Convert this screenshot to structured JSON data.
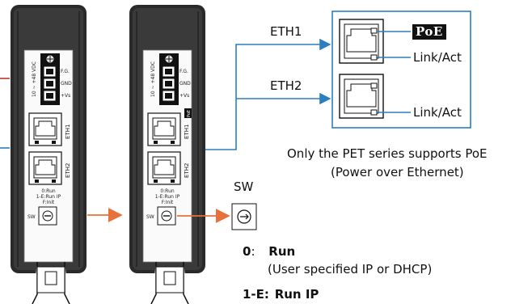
{
  "ports": {
    "eth1_label": "ETH1",
    "eth2_label": "ETH2",
    "poe_badge": "PoE",
    "link_act_1": "Link/Act",
    "link_act_2": "Link/Act"
  },
  "note": {
    "line1": "Only the PET series supports PoE",
    "line2": "(Power over Ethernet)"
  },
  "switch": {
    "label": "SW",
    "mode0_key": "0",
    "mode0_sep": ":",
    "mode0_name": "Run",
    "mode0_desc": "(User specified IP or DHCP)",
    "mode1_key": "1-E",
    "mode1_sep": ":",
    "mode1_name": "Run IP"
  },
  "device": {
    "terminal_labels": [
      "F.G.",
      "GND",
      "+Vs"
    ],
    "voltage_label": "10 ~ +48 VDC",
    "eth1_label": "ETH1",
    "eth2_label": "ETH2",
    "mode_lines": [
      "0:Run",
      "1-E:Run IP",
      "F:Init"
    ],
    "sw_label": "SW",
    "poe_mini": "PoE"
  },
  "colors": {
    "ethernet_line": "#2b7fc1",
    "arrow": "#e8703a",
    "power_line": "#c0392b",
    "device_body": "#2a2a2a"
  }
}
